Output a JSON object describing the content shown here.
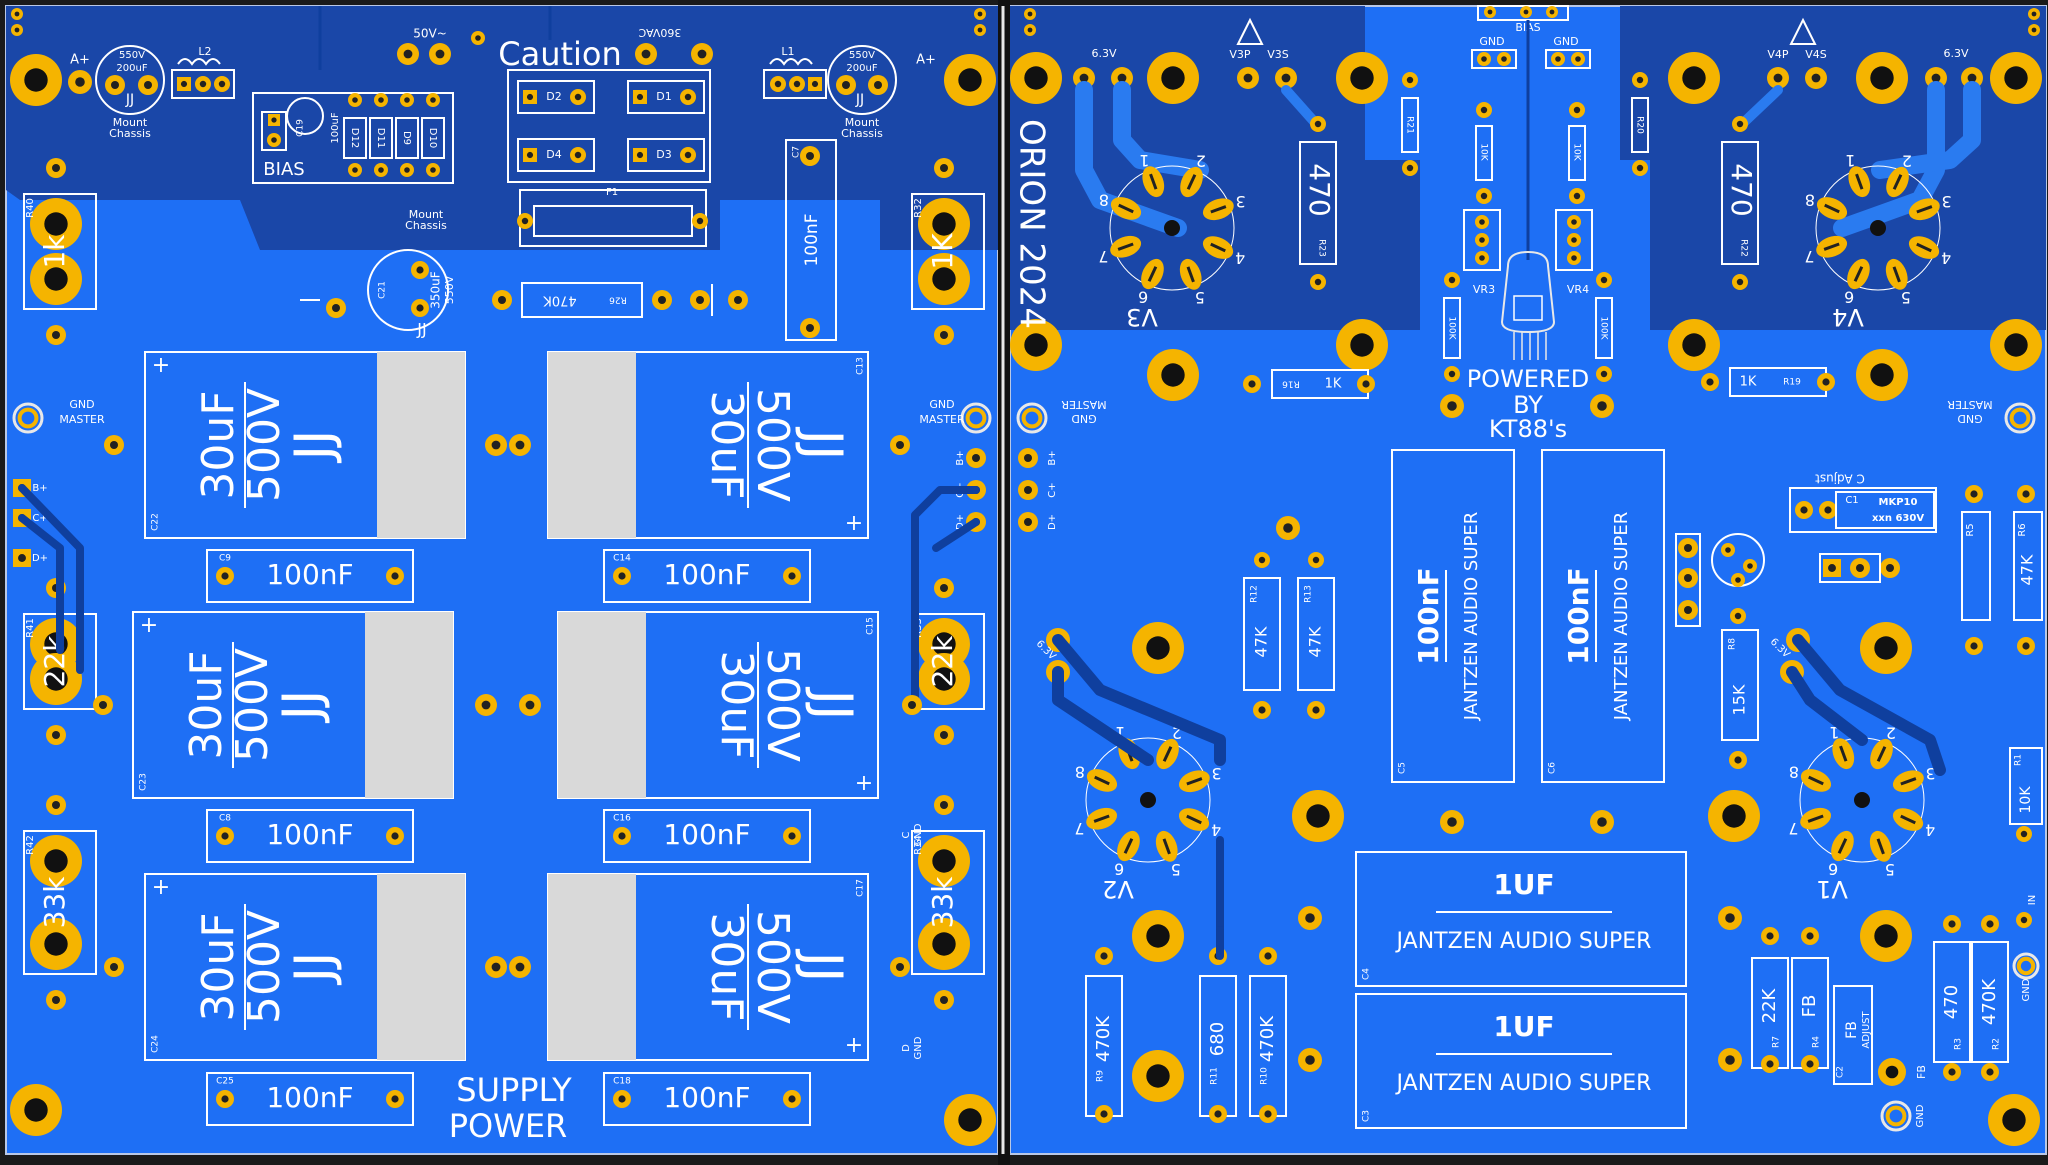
{
  "colors": {
    "board": "#1e6ff5",
    "board_dark": "#1a47a8",
    "trace": "#2a7bf0",
    "trace_dark": "#0f3f9e",
    "silk": "#ffffff",
    "pad": "#f5b400",
    "hole": "#111111",
    "gap": "#111111"
  },
  "power": {
    "caps_big": [
      {
        "ref": "C22",
        "value": "30uF",
        "voltage": "500V",
        "brand": "JJ"
      },
      {
        "ref": "C13",
        "value": "30uF",
        "voltage": "500V",
        "brand": "JJ"
      },
      {
        "ref": "C23",
        "value": "30uF",
        "voltage": "500V",
        "brand": "JJ"
      },
      {
        "ref": "C15",
        "value": "30uF",
        "voltage": "500V",
        "brand": "JJ"
      },
      {
        "ref": "C24",
        "value": "30uF",
        "voltage": "500V",
        "brand": "JJ"
      },
      {
        "ref": "C17",
        "value": "30uF",
        "voltage": "500V",
        "brand": "JJ"
      }
    ],
    "caps_small": [
      {
        "ref": "C9",
        "value": "100nF"
      },
      {
        "ref": "C14",
        "value": "100nF"
      },
      {
        "ref": "C8",
        "value": "100nF"
      },
      {
        "ref": "C16",
        "value": "100nF"
      },
      {
        "ref": "C25",
        "value": "100nF"
      },
      {
        "ref": "C18",
        "value": "100nF"
      }
    ],
    "resistors": [
      {
        "ref": "R40",
        "value": "1k"
      },
      {
        "ref": "R32",
        "value": "1K"
      },
      {
        "ref": "R41",
        "value": "22k"
      },
      {
        "ref": "R33",
        "value": "22k"
      },
      {
        "ref": "R42",
        "value": "33k"
      },
      {
        "ref": "R34",
        "value": "33k"
      }
    ],
    "c7": {
      "ref": "C7",
      "value": "100nF"
    },
    "r26": {
      "ref": "R26",
      "value": "470K"
    },
    "c21": {
      "ref": "C21",
      "value": "350uF",
      "voltage": "550V",
      "brand": "JJ",
      "note": "Mount Chassis"
    },
    "cap_left": {
      "value": "550V",
      "value2": "200uF",
      "brand": "JJ",
      "note": "Mount Chassis"
    },
    "cap_right": {
      "value": "550V",
      "value2": "200uF",
      "brand": "JJ",
      "note": "Mount Chassis"
    },
    "c19": {
      "ref": "C19",
      "value": "100uF"
    },
    "diodes": [
      "D12",
      "D11",
      "D9",
      "D10"
    ],
    "bridge": [
      "D2",
      "D1",
      "D4",
      "D3"
    ],
    "fuse": "F1",
    "labels": {
      "caution": "Caution",
      "bias": "BIAS",
      "v50": "50V~",
      "v360": "360VAC",
      "a_plus": "A+",
      "l2": "L2",
      "l1": "L1",
      "gnd_master": "GND",
      "master": "MASTER",
      "supply": "SUPPLY",
      "power": "POWER",
      "b_plus": "B+",
      "c_plus": "C+",
      "d_plus": "D+",
      "c_gnd": "C\nGND",
      "d_gnd": "D\nGND"
    }
  },
  "amp": {
    "title": "ORION 2024",
    "powered": [
      "POWERED",
      "BY",
      "KT88's"
    ],
    "tubes": [
      "V3",
      "V4",
      "V2",
      "V1"
    ],
    "labels_top": {
      "v63l": "6.3V",
      "v3p": "V3P",
      "v3s": "V3S",
      "bias": "BIAS",
      "gnd": "GND",
      "v4p": "V4P",
      "v4s": "V4S",
      "v63r": "6.3V"
    },
    "resistors": [
      {
        "ref": "R23",
        "value": "470"
      },
      {
        "ref": "R22",
        "value": "470"
      },
      {
        "ref": "R21",
        "value": ""
      },
      {
        "ref": "R20",
        "value": ""
      },
      {
        "ref": "R16",
        "value": "1K"
      },
      {
        "ref": "R19",
        "value": "1K"
      },
      {
        "ref": "R12",
        "value": "47K"
      },
      {
        "ref": "R13",
        "value": "47K"
      },
      {
        "ref": "R8",
        "value": "15K"
      },
      {
        "ref": "R5",
        "value": ""
      },
      {
        "ref": "R6",
        "value": "47K"
      },
      {
        "ref": "R1",
        "value": "10K"
      },
      {
        "ref": "R9",
        "value": "470K"
      },
      {
        "ref": "R11",
        "value": "680"
      },
      {
        "ref": "R10",
        "value": "470K"
      },
      {
        "ref": "R7",
        "value": "22K"
      },
      {
        "ref": "R4",
        "value": "FB"
      },
      {
        "ref": "R3",
        "value": "470"
      },
      {
        "ref": "R2",
        "value": "470K"
      }
    ],
    "trimmers": [
      "VR3",
      "VR4"
    ],
    "trimmer_values": [
      "10K",
      "10K",
      "100K",
      "100K"
    ],
    "c5": {
      "ref": "C5",
      "value": "100nF",
      "brand": "JANTZEN AUDIO SUPER"
    },
    "c6": {
      "ref": "C6",
      "value": "100nF",
      "brand": "JANTZEN AUDIO SUPER"
    },
    "c4": {
      "ref": "C4",
      "value": "1UF",
      "brand": "JANTZEN AUDIO SUPER"
    },
    "c3": {
      "ref": "C3",
      "value": "1UF",
      "brand": "JANTZEN AUDIO SUPER"
    },
    "c1": {
      "ref": "C1",
      "value": "MKP10",
      "value2": "xxn 630V",
      "label": "C Adjust"
    },
    "c2": {
      "ref": "C2",
      "label": "FB",
      "label2": "ADJUST"
    },
    "side": {
      "b_plus": "B+",
      "c_plus": "C+",
      "d_plus": "D+",
      "gnd": "GND",
      "master": "MASTER",
      "fb": "FB",
      "in": "IN"
    },
    "heater": "6.3V"
  }
}
